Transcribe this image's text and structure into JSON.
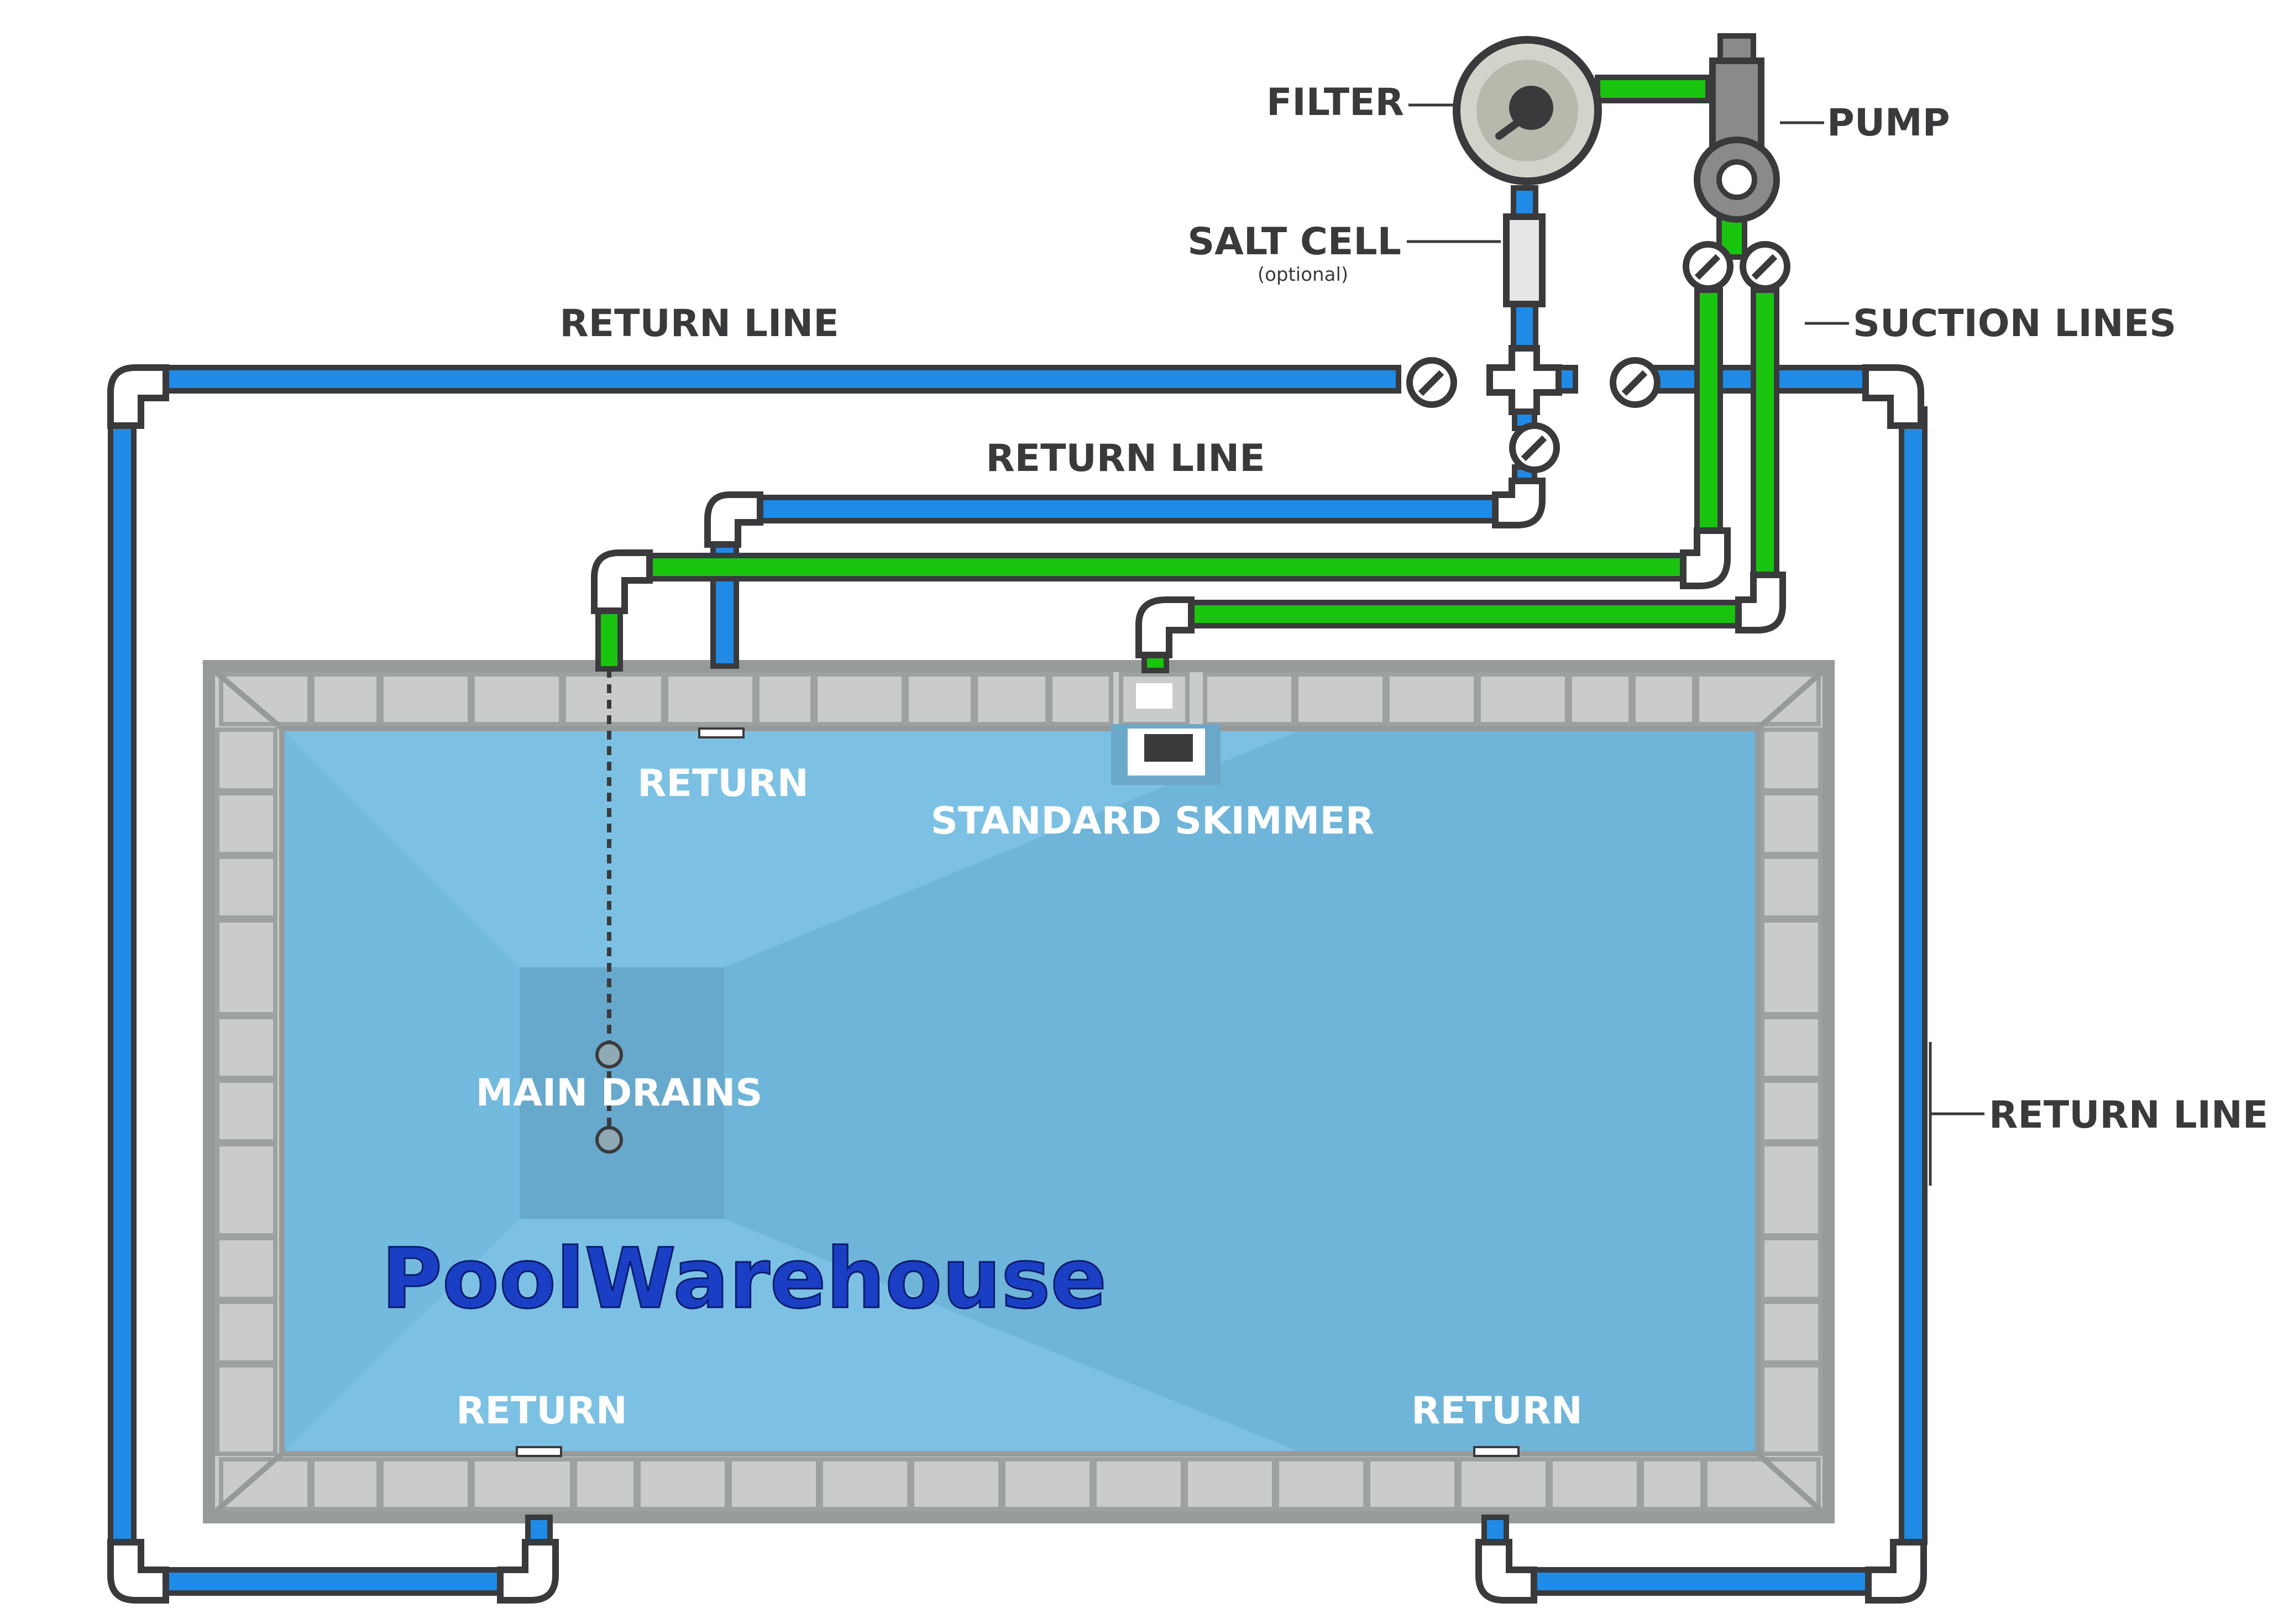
{
  "labels": {
    "filter": "FILTER",
    "pump": "PUMP",
    "salt_cell": "SALT CELL",
    "salt_cell_note": "(optional)",
    "suction_lines": "SUCTION LINES",
    "return_line_top": "RETURN LINE",
    "return_line_middle": "RETURN LINE",
    "return_line_right": "RETURN LINE",
    "return_top": "RETURN",
    "standard_skimmer": "STANDARD SKIMMER",
    "main_drains": "MAIN DRAINS",
    "return_bottom_left": "RETURN",
    "return_bottom_right": "RETURN"
  },
  "logo": {
    "text": "PoolWarehouse"
  },
  "colors": {
    "return_pipe": "#1f8be6",
    "suction_pipe": "#19c40f",
    "outline": "#3a3a3c",
    "water_light": "#7cc1e4",
    "water_mid": "#6fb5d9",
    "coping": "#c9cccb",
    "text_dark": "#3a3a3c",
    "logo": "#1a3fc4"
  }
}
